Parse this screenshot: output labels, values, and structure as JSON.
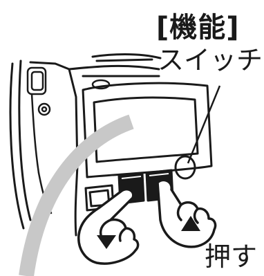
{
  "labels": {
    "function_title": "[機能]",
    "function_subtitle": "スイッチ",
    "press_action": "押す"
  },
  "icons": {
    "left_hand": "pointing-hand-icon",
    "right_hand": "pointing-hand-icon",
    "down_arrow": "triangle-down-icon",
    "up_arrow": "triangle-up-icon",
    "motion_arc": "motion-arc"
  },
  "colors": {
    "line": "#1a1a1a",
    "arc": "#c8c8c8",
    "background": "#ffffff"
  }
}
